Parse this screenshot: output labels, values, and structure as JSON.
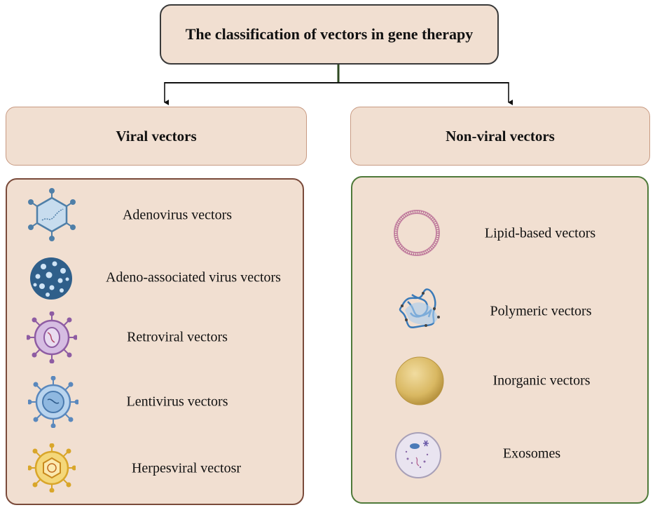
{
  "title": "The classification of vectors in gene therapy",
  "viral": {
    "heading": "Viral vectors",
    "items": [
      {
        "label": "Adenovirus vectors",
        "icon": "adenovirus-icon"
      },
      {
        "label": "Adeno-associated virus vectors",
        "icon": "aav-icon"
      },
      {
        "label": "Retroviral vectors",
        "icon": "retrovirus-icon"
      },
      {
        "label": "Lentivirus vectors",
        "icon": "lentivirus-icon"
      },
      {
        "label": "Herpesviral vectosr",
        "icon": "herpesvirus-icon"
      }
    ]
  },
  "nonviral": {
    "heading": "Non-viral vectors",
    "items": [
      {
        "label": "Lipid-based vectors",
        "icon": "lipid-nanoparticle-icon"
      },
      {
        "label": "Polymeric vectors",
        "icon": "polymer-icon"
      },
      {
        "label": "Inorganic vectors",
        "icon": "inorganic-particle-icon"
      },
      {
        "label": "Exosomes",
        "icon": "exosome-icon"
      }
    ]
  },
  "colors": {
    "box_fill": "#f1dfd1",
    "viral_border": "#7a4a3a",
    "nonviral_border": "#4f7a3a",
    "connector_trunk": "#2f4a22"
  }
}
